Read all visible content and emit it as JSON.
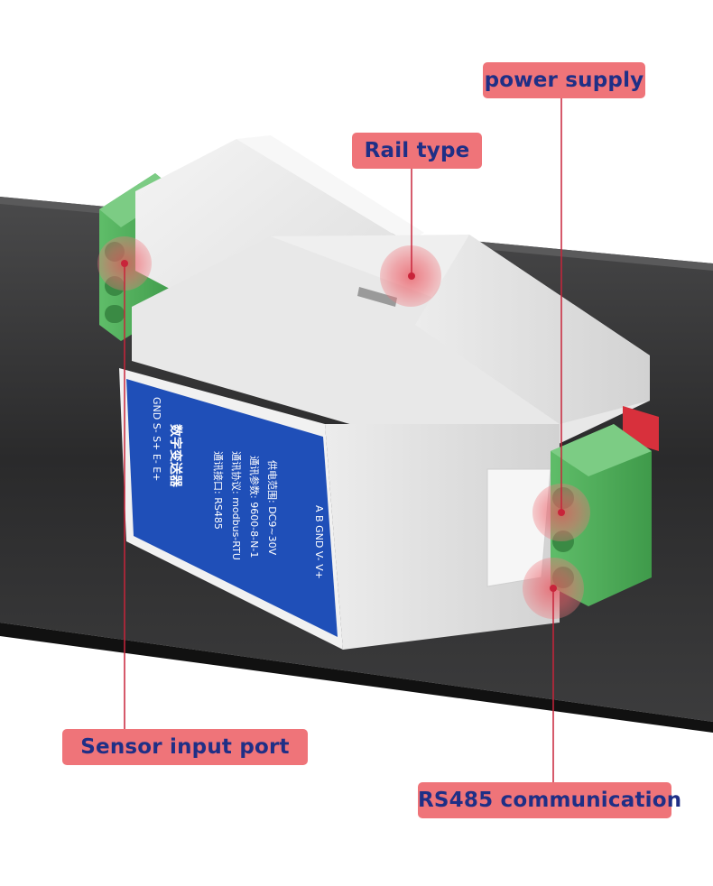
{
  "callouts": {
    "power_supply": "power supply",
    "rail_type": "Rail type",
    "sensor_input": "Sensor input port",
    "rs485": "RS485 communication"
  },
  "device_label": {
    "title": "数字变送器",
    "line1": "通讯接口: RS485",
    "line2": "通讯协议: modbus-RTU",
    "line3": "通讯参数: 9600-8-N-1",
    "line4": "供电范围: DC9~30V",
    "top_terminals": "GND S- S+ E- E+",
    "bottom_terminals": "A B GND V- V+"
  },
  "colors": {
    "callout_bg": "#ef7479",
    "callout_text": "#1f2f86",
    "label_blue": "#1f4fb8",
    "terminal_green": "#4fab5a",
    "leader_line": "#c8243a",
    "rail": "#2f2f30"
  }
}
